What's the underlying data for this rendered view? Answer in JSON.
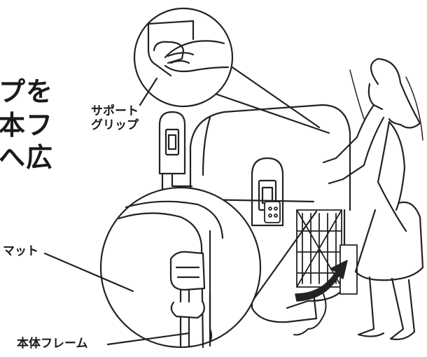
{
  "heading_fragments": [
    "プを",
    "本フ",
    "へ広"
  ],
  "callouts": {
    "support_grip": [
      "サポート",
      "グリップ"
    ],
    "mat": "マット",
    "main_frame": "本体フレーム"
  }
}
